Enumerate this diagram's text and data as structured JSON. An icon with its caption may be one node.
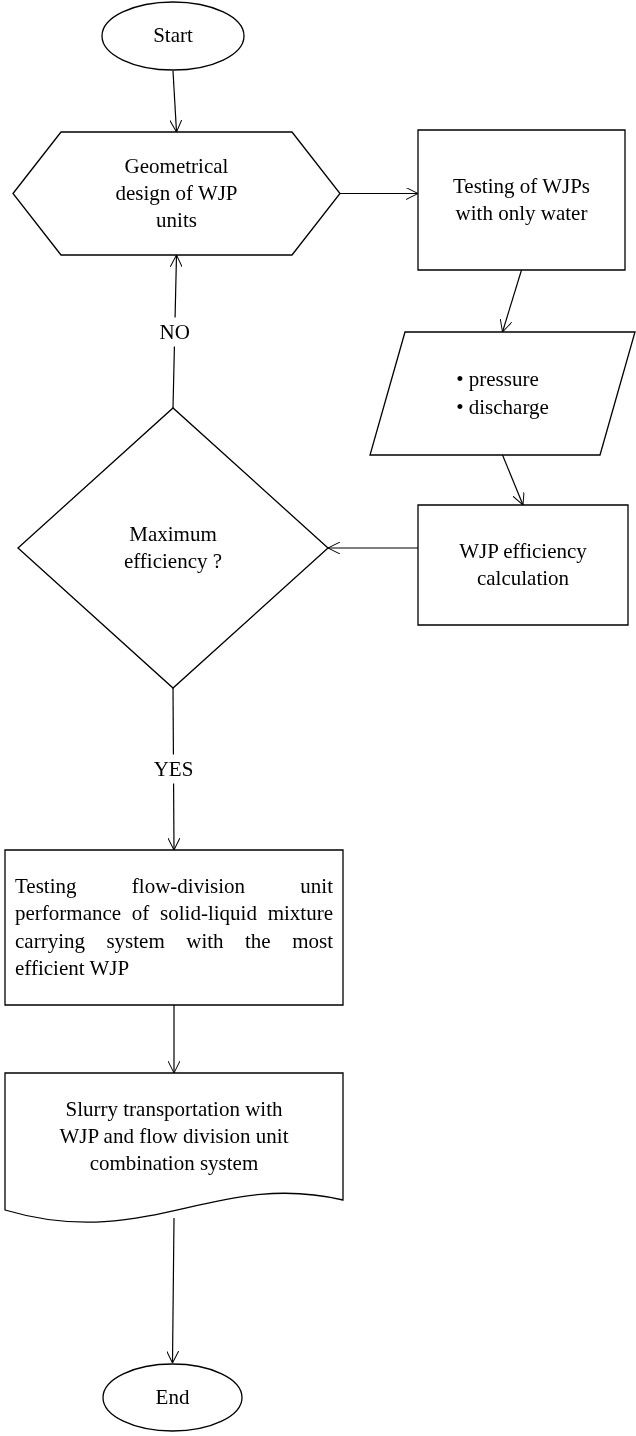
{
  "diagram": {
    "nodes": [
      {
        "text": [
          "Start"
        ]
      },
      {
        "text": [
          "Geometrical design of WJP units"
        ]
      },
      {
        "text": [
          "Testing of WJPs with only water"
        ]
      },
      {
        "text": [
          "• pressure",
          "• discharge"
        ]
      },
      {
        "text": [
          "WJP efficiency calculation"
        ]
      },
      {
        "text": [
          "Maximum efficiency ?"
        ]
      },
      {
        "text": [
          "Testing flow-division unit performance of solid-liquid mixture carrying system with the most efficient WJP"
        ]
      },
      {
        "text": [
          "Slurry transportation with WJP and flow division unit combination system"
        ]
      },
      {
        "text": [
          "End"
        ]
      }
    ],
    "edges": [
      {
        "from": 0,
        "to": 1,
        "arrow": "to"
      },
      {
        "from": 1,
        "to": 2,
        "arrow": "to"
      },
      {
        "from": 2,
        "to": 3,
        "arrow": "to"
      },
      {
        "from": 3,
        "to": 4,
        "arrow": "to"
      },
      {
        "from": 4,
        "to": 5,
        "arrow": "to"
      },
      {
        "from": 5,
        "to": 1,
        "arrow": "to",
        "label": "NO"
      },
      {
        "from": 5,
        "to": 6,
        "arrow": "to",
        "label": "YES"
      },
      {
        "from": 6,
        "to": 7,
        "arrow": "to"
      },
      {
        "from": 7,
        "to": 8,
        "arrow": "to"
      }
    ]
  }
}
